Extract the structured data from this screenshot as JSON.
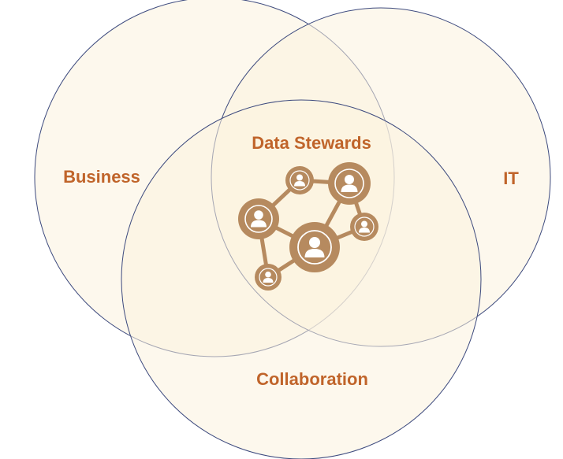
{
  "labels": {
    "business": "Business",
    "it": "IT",
    "collaboration": "Collaboration",
    "data_stewards": "Data Stewards"
  },
  "colors": {
    "circle_fill": "#fcf3df",
    "circle_stroke": "#3d4a7e",
    "label_text": "#c0642a",
    "network_icon": "#b68a5f"
  },
  "icons": {
    "center": "people-network-icon"
  }
}
